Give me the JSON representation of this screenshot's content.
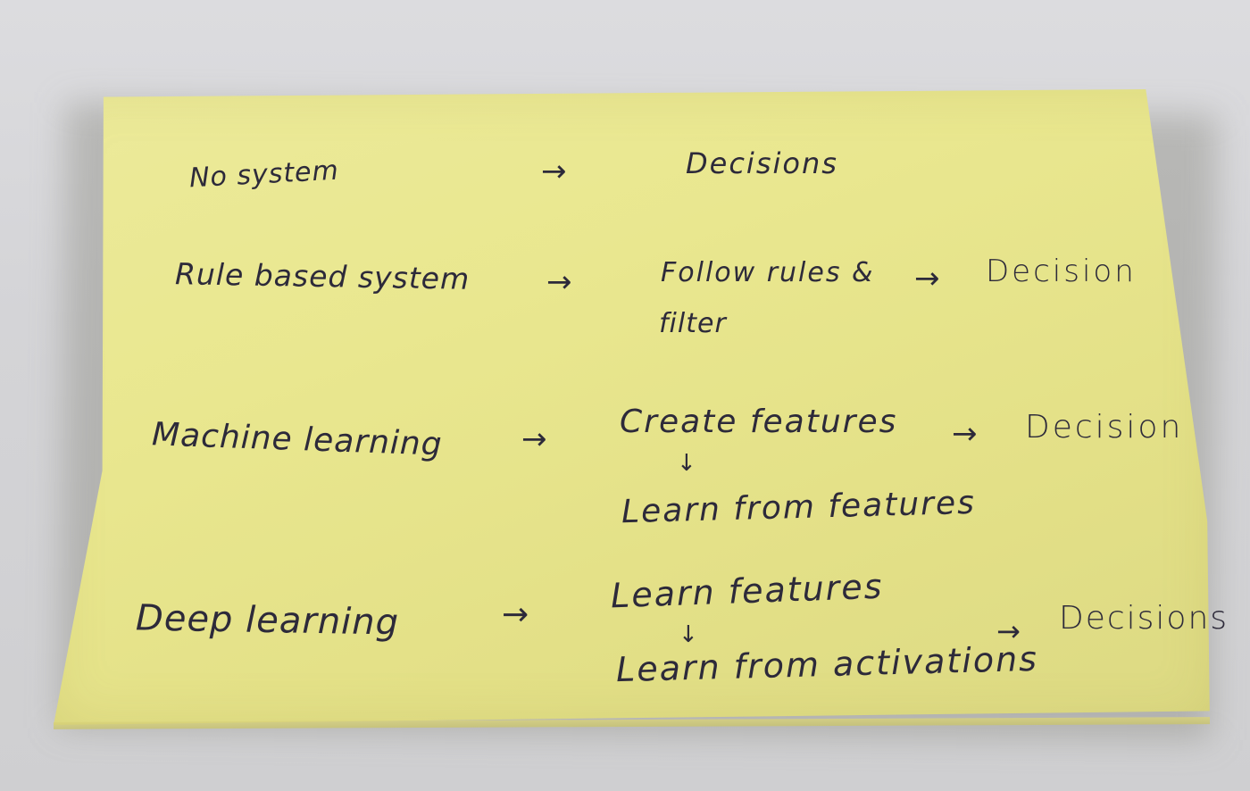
{
  "note": {
    "rows": [
      {
        "label": "No system",
        "arrow": "→",
        "steps": [
          "Decisions"
        ]
      },
      {
        "label": "Rule based system",
        "arrow": "→",
        "steps": [
          "Follow rules &",
          "filter"
        ],
        "arrow2": "→",
        "result": "Decision"
      },
      {
        "label": "Machine learning",
        "arrow": "→",
        "steps": [
          "Create features",
          "↓",
          "Learn from features"
        ],
        "arrow2": "→",
        "result": "Decision"
      },
      {
        "label": "Deep learning",
        "arrow": "→",
        "steps": [
          "Learn features",
          "↓",
          "Learn from activations"
        ],
        "arrow2": "→",
        "result": "Decisions"
      }
    ]
  },
  "colors": {
    "paper": "#e9e78f",
    "ink": "#2d2a3a",
    "background": "#d6d6d8"
  }
}
